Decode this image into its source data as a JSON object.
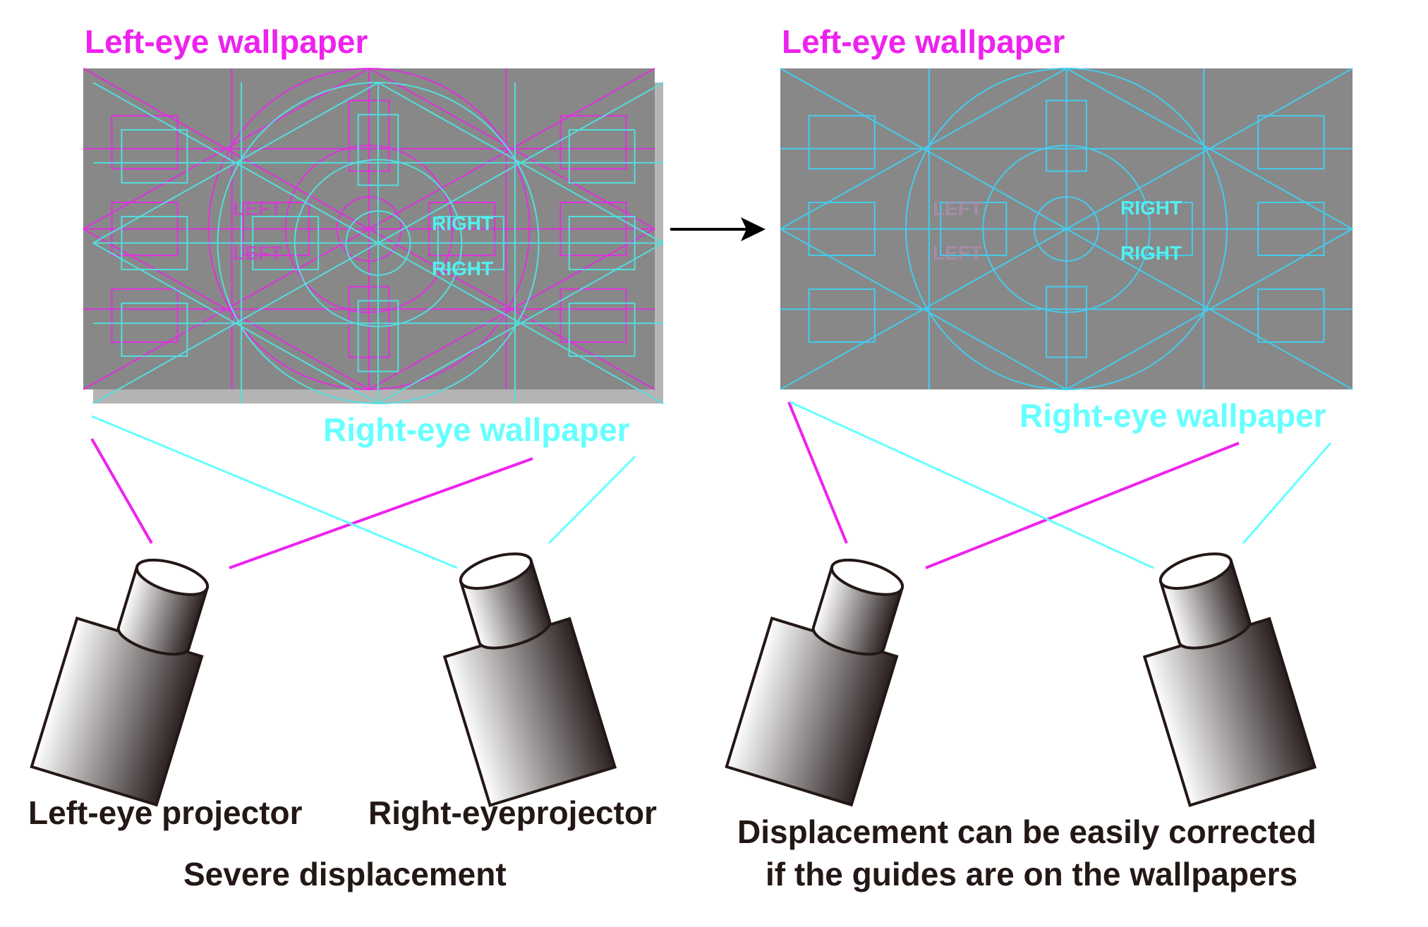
{
  "colors": {
    "magenta": "#ee22ee",
    "cyan": "#66ffff",
    "guide_cyan": "#44ccee",
    "screen_gray": "#888888",
    "shadow_gray": "#b4b4b4",
    "text_dark": "#231815",
    "arrow": "#000000"
  },
  "icons": {
    "projector": "projector-icon",
    "arrow": "right-arrow-icon"
  },
  "left_panel": {
    "left_wallpaper_label": "Left-eye wallpaper",
    "right_wallpaper_label": "Right-eye wallpaper",
    "left_word": "LEFT",
    "right_word": "RIGHT",
    "left_projector_label": "Left-eye projector",
    "right_projector_label": "Right-eyeprojector",
    "caption": "Severe displacement"
  },
  "right_panel": {
    "left_wallpaper_label": "Left-eye wallpaper",
    "right_wallpaper_label": "Right-eye wallpaper",
    "left_word": "LEFT",
    "right_word": "RIGHT",
    "caption_line1": "Displacement can be easily corrected",
    "caption_line2": "if the guides are on the wallpapers"
  }
}
